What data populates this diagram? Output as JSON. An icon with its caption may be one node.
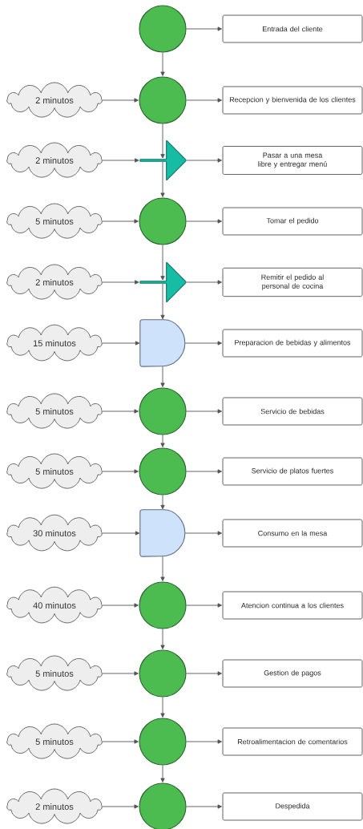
{
  "diagram": {
    "nodes": [
      {
        "text": [],
        "shape": "circle"
      },
      {
        "text": [
          "Entrada del cliente"
        ]
      },
      {
        "text": [
          "2 minutos"
        ]
      },
      {
        "text": [],
        "shape": "circle"
      },
      {
        "text": [
          "Recepcion y bienvenida de los clientes"
        ]
      },
      {
        "text": [
          "2 minutos"
        ]
      },
      {
        "text": [],
        "shape": "arrow"
      },
      {
        "text": [
          "Pasar a una mesa libre y entregar menú"
        ]
      },
      {
        "text": [
          "5 minutos"
        ]
      },
      {
        "text": [],
        "shape": "circle"
      },
      {
        "text": [
          "Tomar el pedido"
        ]
      },
      {
        "text": [
          "2 minutos"
        ]
      },
      {
        "text": [],
        "shape": "arrow"
      },
      {
        "text": [
          "Remitir el pedido al personal de cocina"
        ]
      },
      {
        "text": [
          "15 minutos"
        ]
      },
      {
        "text": [],
        "shape": "delay"
      },
      {
        "text": [
          "Preparacion de bebidas y alimentos"
        ]
      },
      {
        "text": [
          "5 minutos"
        ]
      },
      {
        "text": [],
        "shape": "circle"
      },
      {
        "text": [
          "Servicio de bebidas"
        ]
      },
      {
        "text": [
          "5 minutos"
        ]
      },
      {
        "text": [],
        "shape": "circle"
      },
      {
        "text": [
          "Servicio de platos fuertes"
        ]
      },
      {
        "text": [
          "30 minutos"
        ]
      },
      {
        "text": [],
        "shape": "delay"
      },
      {
        "text": [
          "Consumo en la mesa"
        ]
      },
      {
        "text": [
          "40 minutos"
        ]
      },
      {
        "text": [],
        "shape": "circle"
      },
      {
        "text": [
          "Atencion continua a los clientes"
        ]
      },
      {
        "text": [
          "5 minutos"
        ]
      },
      {
        "text": [],
        "shape": "circle"
      },
      {
        "text": [
          "Gestion de pagos"
        ]
      },
      {
        "text": [
          "5 minutos"
        ]
      },
      {
        "text": [],
        "shape": "circle"
      },
      {
        "text": [
          "Retroalimentacion de comentarios"
        ]
      },
      {
        "text": [
          "2 minutos"
        ]
      },
      {
        "text": [],
        "shape": "circle"
      },
      {
        "text": [
          "Despedida"
        ]
      }
    ],
    "edges": [
      {
        "from": 0,
        "to": 1,
        "arrow": "to"
      },
      {
        "from": 0,
        "to": 3,
        "arrow": "to"
      },
      {
        "from": 2,
        "to": 3,
        "arrow": "to"
      },
      {
        "from": 3,
        "to": 4,
        "arrow": "to"
      },
      {
        "from": 3,
        "to": 6,
        "arrow": "to"
      },
      {
        "from": 5,
        "to": 6,
        "arrow": "to"
      },
      {
        "from": 6,
        "to": 7,
        "arrow": "to"
      },
      {
        "from": 6,
        "to": 9,
        "arrow": "to"
      },
      {
        "from": 8,
        "to": 9,
        "arrow": "to"
      },
      {
        "from": 9,
        "to": 10,
        "arrow": "to"
      },
      {
        "from": 9,
        "to": 12,
        "arrow": "to"
      },
      {
        "from": 11,
        "to": 12,
        "arrow": "to"
      },
      {
        "from": 12,
        "to": 13,
        "arrow": "to"
      },
      {
        "from": 12,
        "to": 15,
        "arrow": "to"
      },
      {
        "from": 14,
        "to": 15,
        "arrow": "to"
      },
      {
        "from": 15,
        "to": 16,
        "arrow": "to"
      },
      {
        "from": 15,
        "to": 18,
        "arrow": "to"
      },
      {
        "from": 17,
        "to": 18,
        "arrow": "to"
      },
      {
        "from": 18,
        "to": 19,
        "arrow": "to"
      },
      {
        "from": 18,
        "to": 21,
        "arrow": "to"
      },
      {
        "from": 20,
        "to": 21,
        "arrow": "to"
      },
      {
        "from": 21,
        "to": 22,
        "arrow": "to"
      },
      {
        "from": 21,
        "to": 24,
        "arrow": "to"
      },
      {
        "from": 23,
        "to": 24,
        "arrow": "to"
      },
      {
        "from": 24,
        "to": 25,
        "arrow": "to"
      },
      {
        "from": 24,
        "to": 27,
        "arrow": "to"
      },
      {
        "from": 26,
        "to": 27,
        "arrow": "to"
      },
      {
        "from": 27,
        "to": 28,
        "arrow": "to"
      },
      {
        "from": 27,
        "to": 30,
        "arrow": "to"
      },
      {
        "from": 29,
        "to": 30,
        "arrow": "to"
      },
      {
        "from": 30,
        "to": 31,
        "arrow": "to"
      },
      {
        "from": 30,
        "to": 33,
        "arrow": "to"
      },
      {
        "from": 32,
        "to": 33,
        "arrow": "to"
      },
      {
        "from": 33,
        "to": 34,
        "arrow": "to"
      },
      {
        "from": 33,
        "to": 36,
        "arrow": "to"
      },
      {
        "from": 35,
        "to": 36,
        "arrow": "to"
      },
      {
        "from": 36,
        "to": 37,
        "arrow": "to"
      }
    ]
  }
}
